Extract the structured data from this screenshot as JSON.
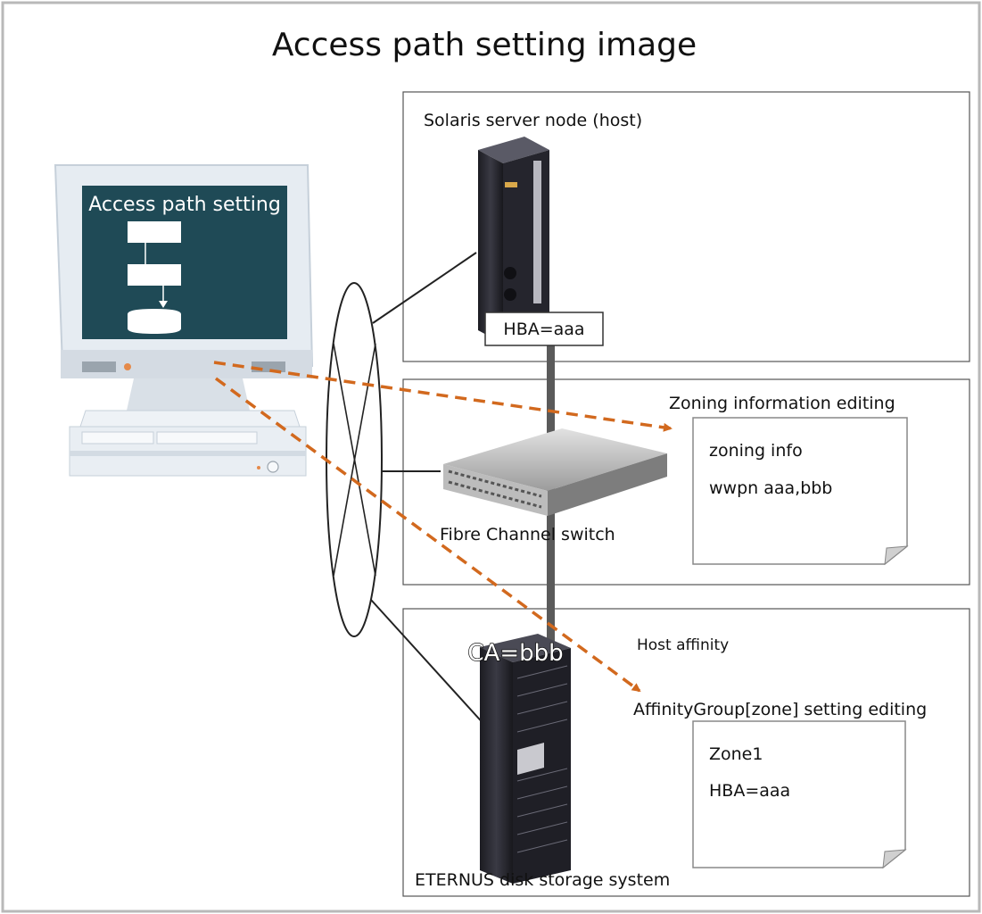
{
  "title": "Access path setting image",
  "colors": {
    "accent": "#d2691e",
    "screen": "#1f4a56",
    "rack": "#2b2b33"
  },
  "pc": {
    "screen_label": "Access path setting"
  },
  "server": {
    "label": "Solaris server node (host)",
    "hba": "HBA=aaa"
  },
  "switch": {
    "label": "Fibre Channel switch"
  },
  "storage": {
    "label": "ETERNUS disk storage system",
    "ca": "CA=bbb"
  },
  "zoning": {
    "title": "Zoning information editing",
    "line1": "zoning info",
    "line2": "wwpn aaa,bbb"
  },
  "affinity": {
    "caption": "Host affinity",
    "title": "AffinityGroup[zone] setting editing",
    "line1": "Zone1",
    "line2": "HBA=aaa"
  }
}
